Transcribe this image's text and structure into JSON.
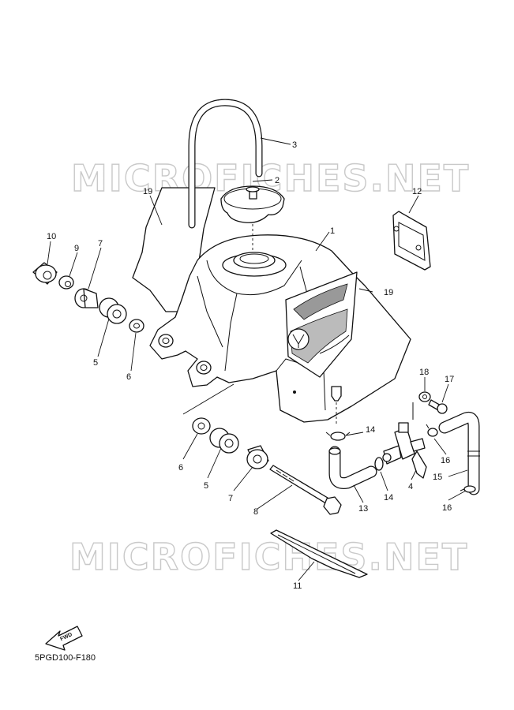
{
  "watermark": {
    "text": "MICROFICHES.NET"
  },
  "diagram_code": "5PGD100-F180",
  "fwd_label": "FWD",
  "callouts": {
    "c1": "1",
    "c2": "2",
    "c3": "3",
    "c4": "4",
    "c5a": "5",
    "c5b": "5",
    "c6a": "6",
    "c6b": "6",
    "c7a": "7",
    "c7b": "7",
    "c8": "8",
    "c9": "9",
    "c10": "10",
    "c11": "11",
    "c12": "12",
    "c13": "13",
    "c14a": "14",
    "c14b": "14",
    "c15": "15",
    "c16a": "16",
    "c16b": "16",
    "c17": "17",
    "c18": "18",
    "c19a": "19",
    "c19b": "19"
  }
}
